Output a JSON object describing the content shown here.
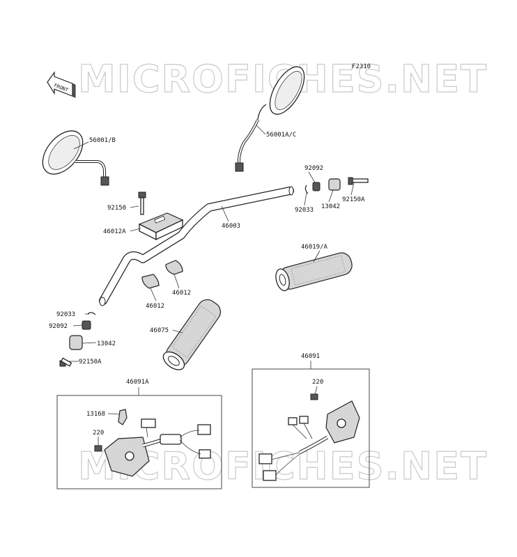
{
  "figure_code": "F2310",
  "front_indicator": "FRONT",
  "watermark_text": "MICROFICHES.NET",
  "parts": {
    "mirror_left": "56001/B",
    "mirror_right": "56001A/C",
    "bolt_top": "92150",
    "handlebar": "46003",
    "holder_upper": "46012A",
    "holder_lower_left": "46012",
    "holder_lower_right": "46012",
    "grip_right": "46019/A",
    "grip_left": "46075",
    "clip_right": "92092",
    "ring_right": "92033",
    "weight_right": "13042",
    "bolt_right": "92150A",
    "ring_left": "92033",
    "clip_left": "92092",
    "weight_left": "13042",
    "bolt_left": "92150A",
    "switch_left_assy": "46091A",
    "switch_left_part": "13168",
    "switch_left_screw": "220",
    "switch_right_assy": "46091",
    "switch_right_screw": "220"
  }
}
